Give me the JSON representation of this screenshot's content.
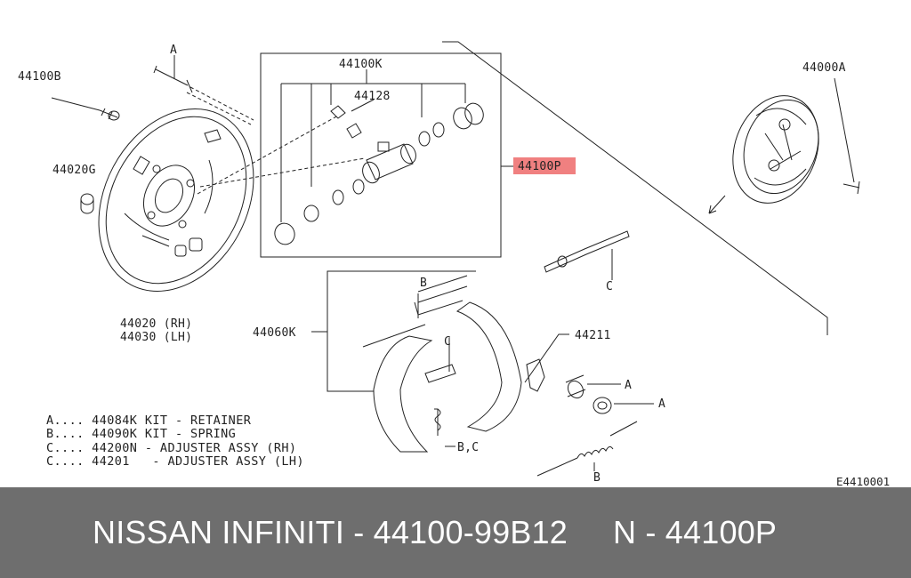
{
  "diagram": {
    "label_backing_plate_bolt": "44100B",
    "label_bolt_a": "A",
    "label_wheel_cylinder_kit": "44100K",
    "label_bleeder": "44128",
    "label_wheel_cylinder": "44100P",
    "label_highlight_color": "#f08080",
    "label_brake_assembly": "44000A",
    "label_bushing": "44020G",
    "label_backing_plate_rh": "44020 (RH)",
    "label_backing_plate_lh": "44030 (LH)",
    "label_adjuster_c": "C",
    "label_spring_b": "B",
    "label_shoe_kit": "44060K",
    "label_adjuster_c2": "C",
    "label_lever": "44211",
    "label_retainer_a1": "A",
    "label_retainer_a2": "A",
    "label_spring_bc": "B,C",
    "label_spring_b2": "B",
    "drawing_code": "E4410001"
  },
  "legend": [
    "A.... 44084K KIT - RETAINER",
    "B.... 44090K KIT - SPRING",
    "C.... 44200N - ADJUSTER ASSY (RH)",
    "C.... 44201   - ADJUSTER ASSY (LH)"
  ],
  "footer": {
    "text": "NISSAN INFINITI - 44100-99B12     N - 44100P"
  }
}
